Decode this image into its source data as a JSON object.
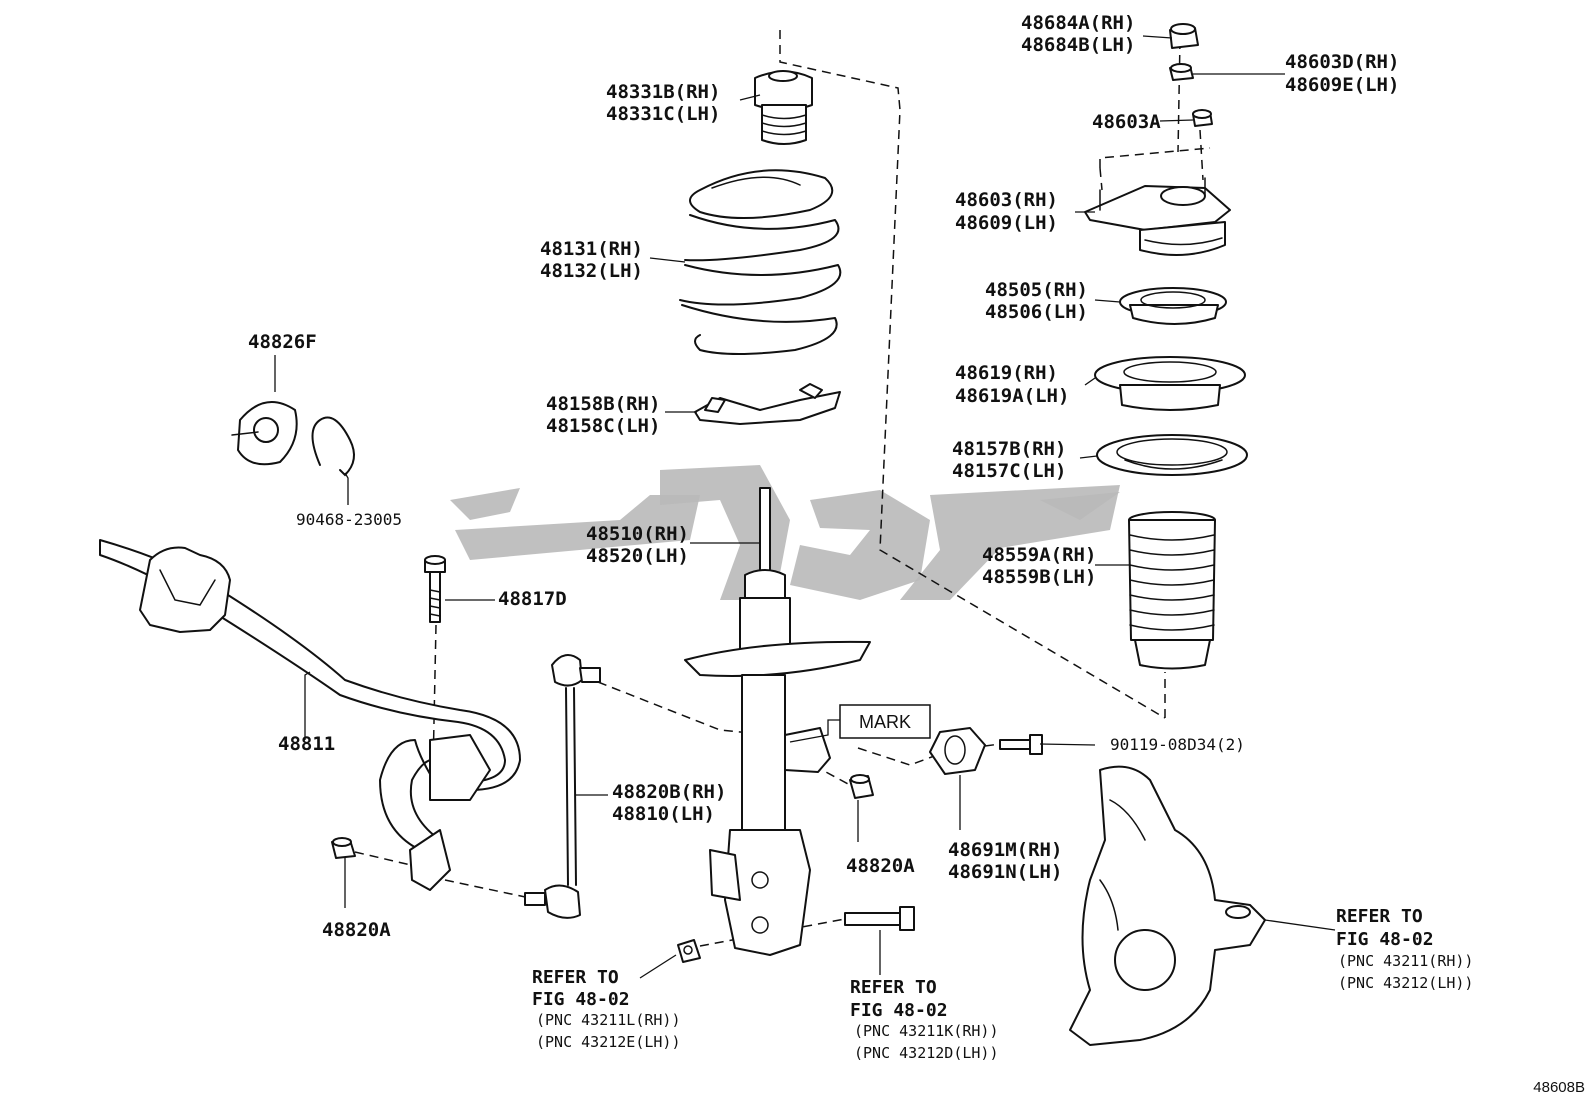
{
  "diagram_code": "48608B",
  "mark_label": "MARK",
  "watermark": "فن پخش",
  "parts": {
    "p48684": [
      "48684A(RH)",
      "48684B(LH)"
    ],
    "p48603d": [
      "48603D(RH)",
      "48609E(LH)"
    ],
    "p48603a": [
      "48603A"
    ],
    "p48331": [
      "48331B(RH)",
      "48331C(LH)"
    ],
    "p48603": [
      "48603(RH)",
      "48609(LH)"
    ],
    "p48131": [
      "48131(RH)",
      "48132(LH)"
    ],
    "p48505": [
      "48505(RH)",
      "48506(LH)"
    ],
    "p48826": [
      "48826F"
    ],
    "p48619": [
      "48619(RH)",
      "48619A(LH)"
    ],
    "p48158": [
      "48158B(RH)",
      "48158C(LH)"
    ],
    "p48157": [
      "48157B(RH)",
      "48157C(LH)"
    ],
    "p90468": [
      "90468-23005"
    ],
    "p48510": [
      "48510(RH)",
      "48520(LH)"
    ],
    "p48559": [
      "48559A(RH)",
      "48559B(LH)"
    ],
    "p48817": [
      "48817D"
    ],
    "p48811": [
      "48811"
    ],
    "p90119": [
      "90119-08D34(2)"
    ],
    "p48820b": [
      "48820B(RH)",
      "48810(LH)"
    ],
    "p48691": [
      "48691M(RH)",
      "48691N(LH)"
    ],
    "p48820a_right": [
      "48820A"
    ],
    "p48820a_left": [
      "48820A"
    ]
  },
  "references": {
    "knuckle": [
      "REFER TO",
      "FIG 48-02",
      "(PNC 43211(RH))",
      "(PNC 43212(LH))"
    ],
    "nut": [
      "REFER TO",
      "FIG 48-02",
      "(PNC 43211L(RH))",
      "(PNC 43212E(LH))"
    ],
    "bolt": [
      "REFER TO",
      "FIG 48-02",
      "(PNC 43211K(RH))",
      "(PNC 43212D(LH))"
    ]
  }
}
